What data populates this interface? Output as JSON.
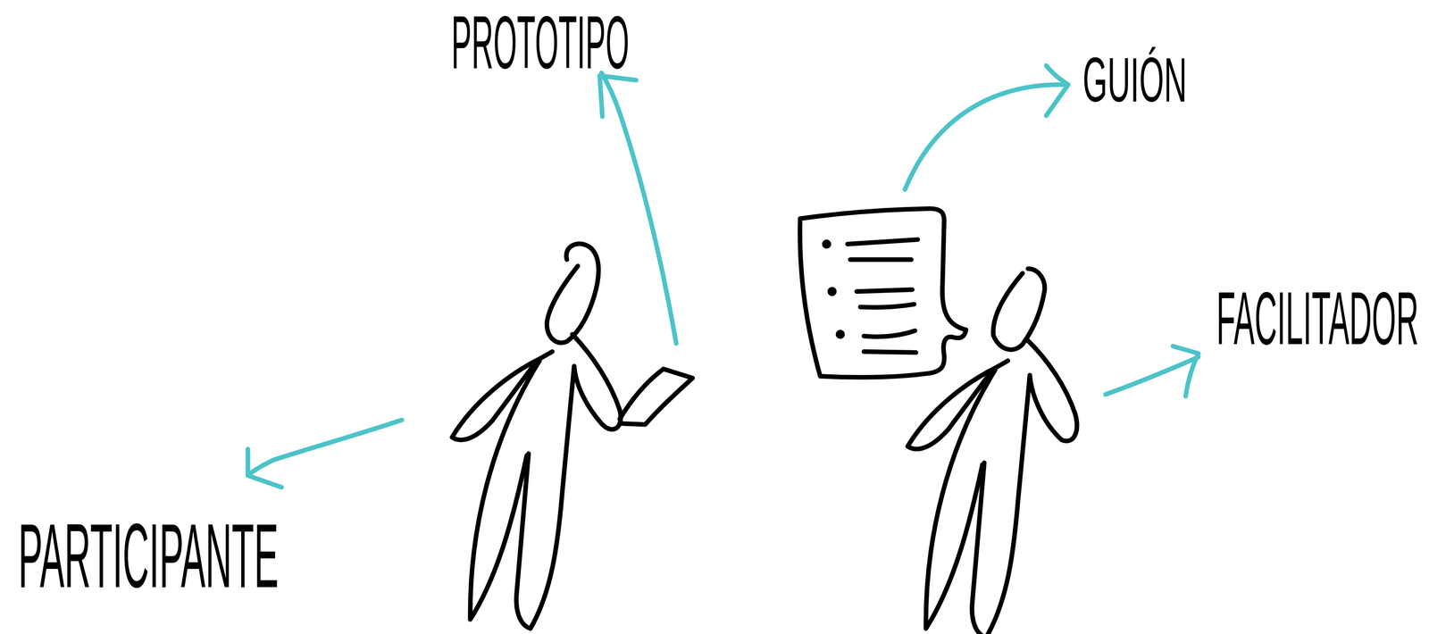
{
  "diagram": {
    "labels": [
      "PROTOTIPO",
      "GUIÓN",
      "FACILITADOR",
      "PARTICIPANTE"
    ]
  }
}
